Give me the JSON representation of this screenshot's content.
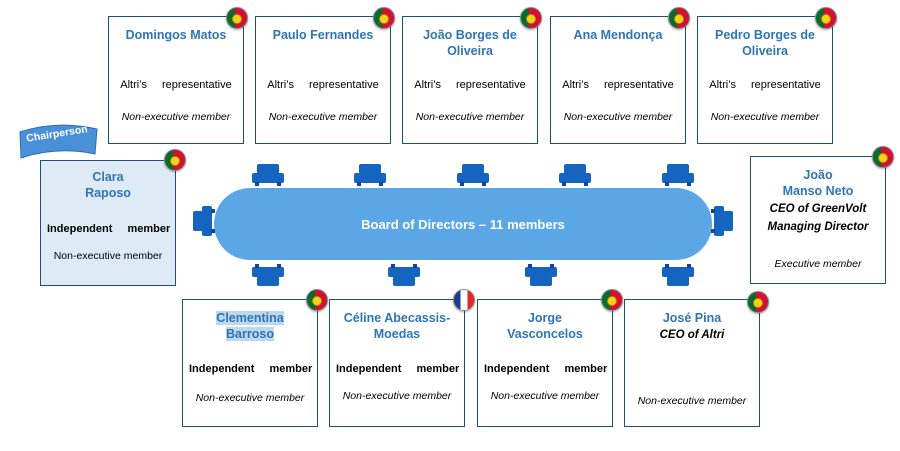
{
  "table": {
    "label": "Board of Directors – 11 members"
  },
  "chairperson_banner": "Chairperson",
  "members": {
    "domingos": {
      "name": "Domingos Matos",
      "role": "Altri’s representative",
      "membership": "Non-executive member",
      "flag": "portugal-flag"
    },
    "paulo": {
      "name": "Paulo Fernandes",
      "role": "Altri’s representative",
      "membership": "Non-executive member",
      "flag": "portugal-flag"
    },
    "joao_borges": {
      "name_line1": "João Borges de",
      "name_line2": "Oliveira",
      "role": "Altri’s representative",
      "membership": "Non-executive member",
      "flag": "portugal-flag"
    },
    "ana": {
      "name": "Ana Mendonça",
      "role": "Altri’s representative",
      "membership": "Non-executive member",
      "flag": "portugal-flag"
    },
    "pedro": {
      "name_line1": "Pedro Borges de",
      "name_line2": "Oliveira",
      "role": "Altri’s representative",
      "membership": "Non-executive member",
      "flag": "portugal-flag"
    },
    "clara": {
      "name_line1": "Clara",
      "name_line2": "Raposo",
      "role": "Independent member",
      "membership": "Non-executive member",
      "flag": "portugal-flag"
    },
    "joao_manso": {
      "name_line1": "João",
      "name_line2": "Manso Neto",
      "title_line1": "CEO of GreenVolt",
      "title_line2": "Managing Director",
      "membership": "Executive member",
      "flag": "portugal-flag"
    },
    "clementina": {
      "name_line1": "Clementina",
      "name_line2": "Barroso",
      "role": "Independent member",
      "membership": "Non-executive member",
      "flag": "portugal-flag"
    },
    "celine": {
      "name_line1": "Céline Abecassis-",
      "name_line2": "Moedas",
      "role": "Independent member",
      "membership": "Non-executive member",
      "flag": "france-flag"
    },
    "jorge": {
      "name_line1": "Jorge",
      "name_line2": "Vasconcelos",
      "role": "Independent member",
      "membership": "Non-executive member",
      "flag": "portugal-flag"
    },
    "jose": {
      "name": "José Pina",
      "title": "CEO of Altri",
      "membership": "Non-executive member",
      "flag": "portugal-flag"
    }
  },
  "colors": {
    "accent": "#2e75b6",
    "table": "#5ba7e6",
    "chair": "#1565c0",
    "border": "#1f4e79",
    "highlight": "#deebf7"
  }
}
